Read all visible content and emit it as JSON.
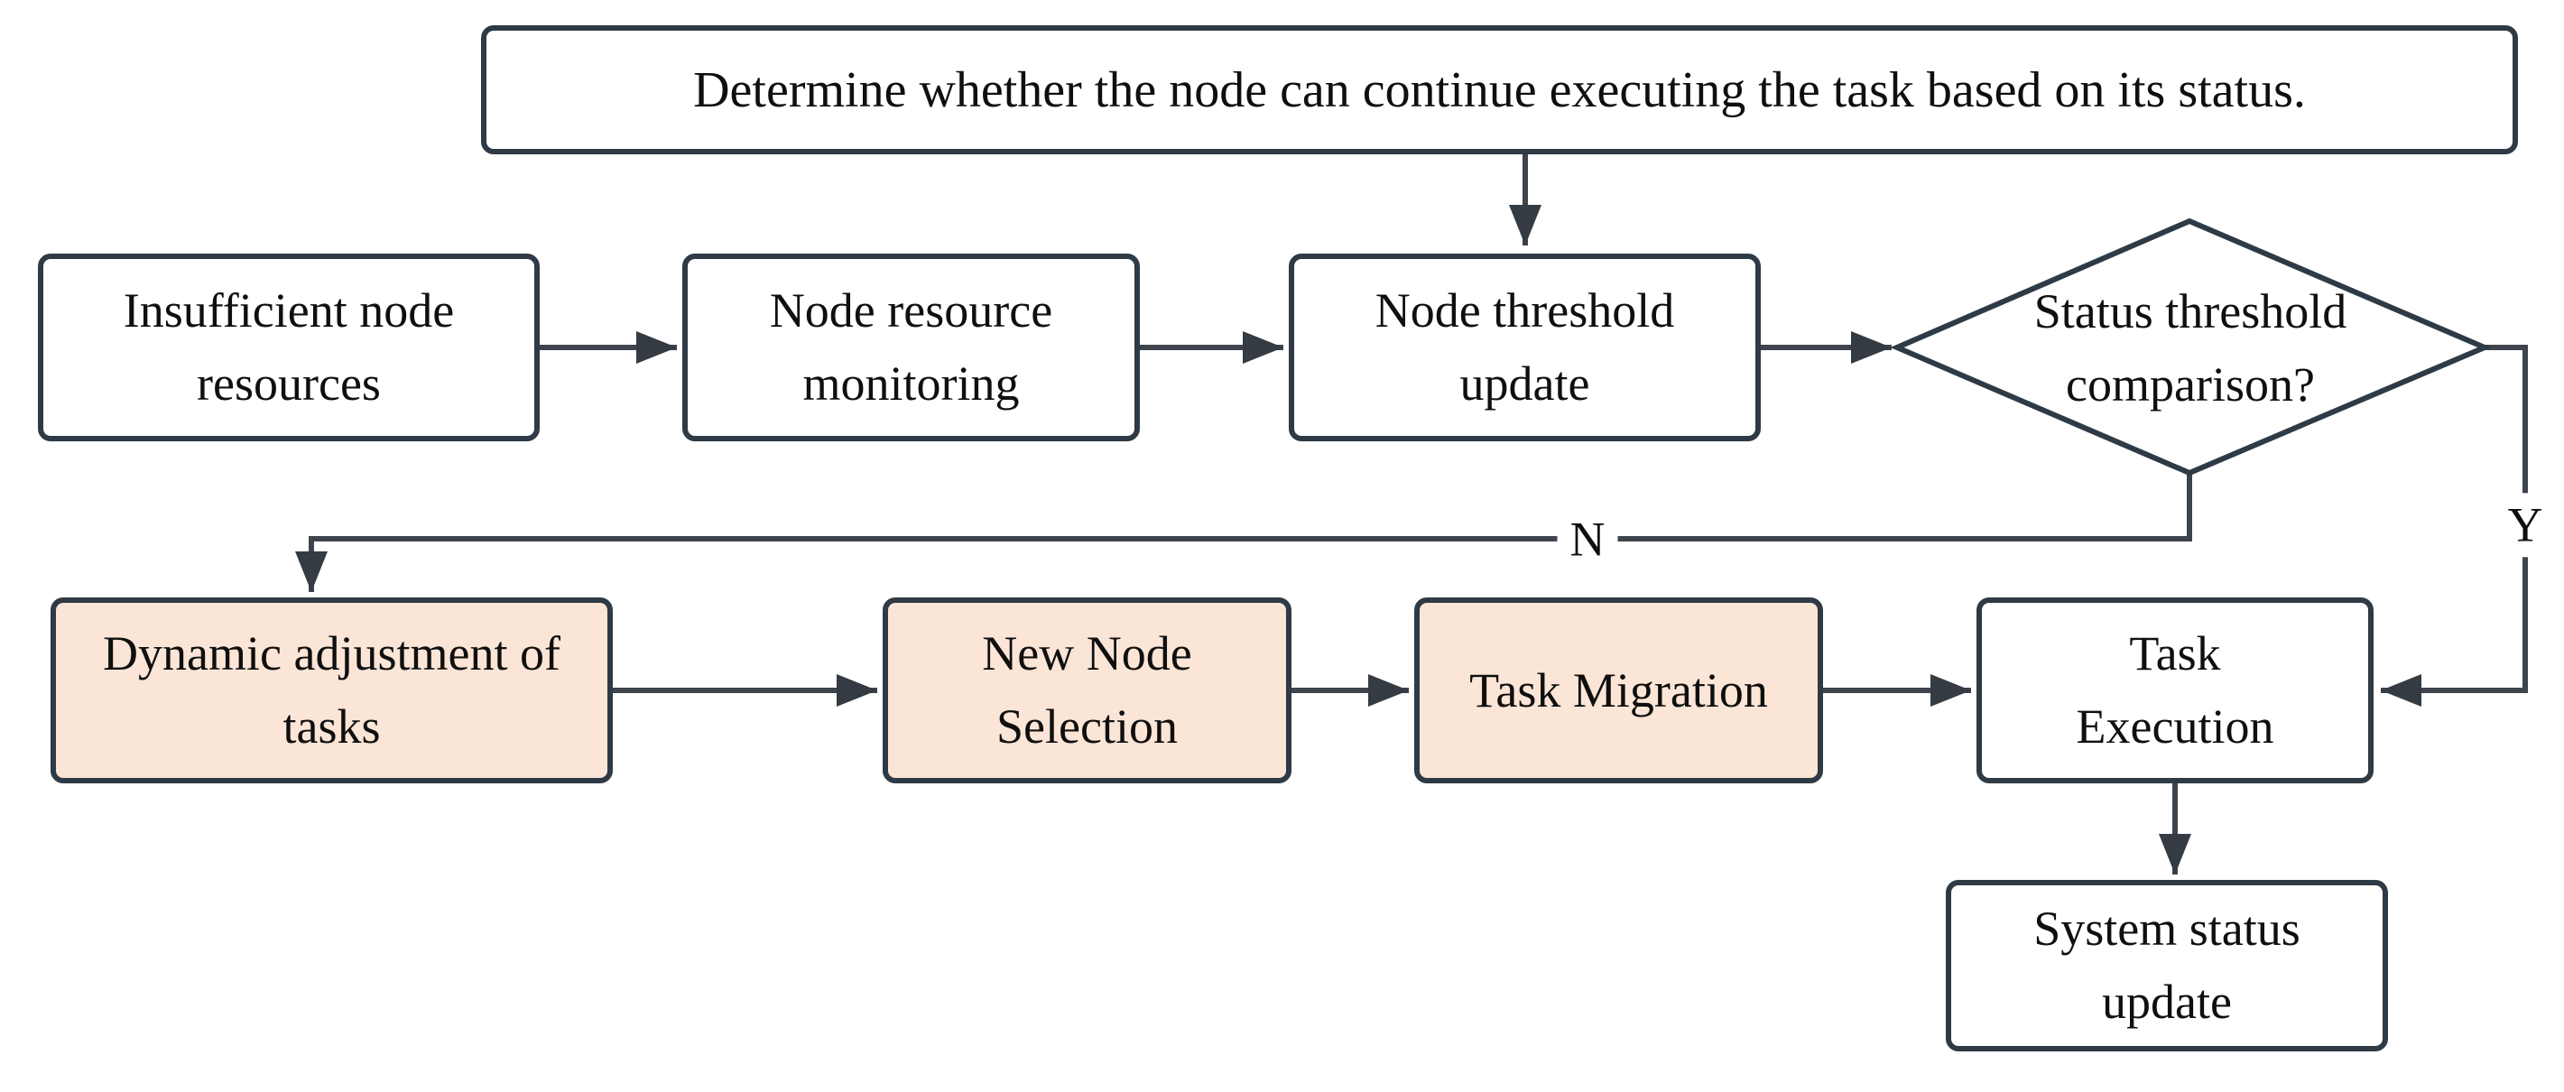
{
  "diagram": {
    "type": "flowchart",
    "colors": {
      "background": "#ffffff",
      "node_border": "#2e3a45",
      "node_fill_plain": "#ffffff",
      "node_fill_accent": "#fbe5d6",
      "connector": "#3d444c",
      "arrowhead": "#343b42",
      "text": "#0f0f0f"
    },
    "nodes": {
      "start": {
        "label": "Determine whether the node can continue executing the task based on its status.",
        "shape": "rounded-rect",
        "fill": "plain"
      },
      "insufficient": {
        "label": "Insufficient node resources",
        "shape": "rounded-rect",
        "fill": "plain"
      },
      "monitoring": {
        "label": "Node resource monitoring",
        "shape": "rounded-rect",
        "fill": "plain"
      },
      "threshold_update": {
        "label": "Node threshold update",
        "shape": "rounded-rect",
        "fill": "plain"
      },
      "decision": {
        "label": "Status threshold comparison?",
        "shape": "diamond",
        "fill": "plain"
      },
      "dynamic_adjustment": {
        "label": "Dynamic adjustment of tasks",
        "shape": "rounded-rect",
        "fill": "accent"
      },
      "new_node_selection": {
        "label": "New Node Selection",
        "shape": "rounded-rect",
        "fill": "accent"
      },
      "task_migration": {
        "label": "Task Migration",
        "shape": "rounded-rect",
        "fill": "accent"
      },
      "task_execution": {
        "label": "Task Execution",
        "shape": "rounded-rect",
        "fill": "plain"
      },
      "system_status_update": {
        "label": "System status update",
        "shape": "rounded-rect",
        "fill": "plain"
      }
    },
    "branch_labels": {
      "yes": "Y",
      "no": "N"
    },
    "edges": [
      {
        "from": "start",
        "to": "threshold_update",
        "label": ""
      },
      {
        "from": "insufficient",
        "to": "monitoring",
        "label": ""
      },
      {
        "from": "monitoring",
        "to": "threshold_update",
        "label": ""
      },
      {
        "from": "threshold_update",
        "to": "decision",
        "label": ""
      },
      {
        "from": "decision",
        "to": "dynamic_adjustment",
        "label": "N"
      },
      {
        "from": "decision",
        "to": "task_execution",
        "label": "Y"
      },
      {
        "from": "dynamic_adjustment",
        "to": "new_node_selection",
        "label": ""
      },
      {
        "from": "new_node_selection",
        "to": "task_migration",
        "label": ""
      },
      {
        "from": "task_migration",
        "to": "task_execution",
        "label": ""
      },
      {
        "from": "task_execution",
        "to": "system_status_update",
        "label": ""
      }
    ]
  }
}
